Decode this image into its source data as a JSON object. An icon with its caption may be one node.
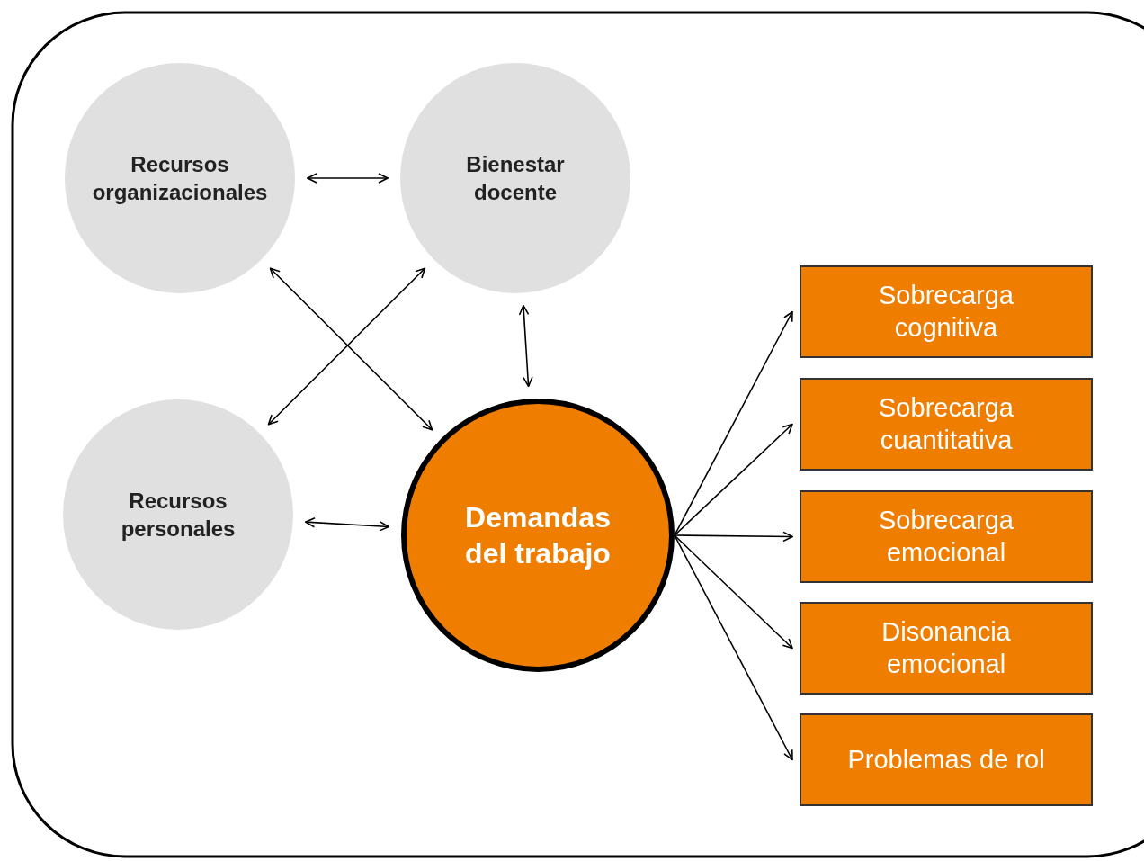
{
  "diagram": {
    "nodes": [
      {
        "text": [
          "Recursos organizacionales"
        ]
      },
      {
        "text": [
          "Bienestar docente"
        ]
      },
      {
        "text": [
          "Recursos personales"
        ]
      },
      {
        "text": [
          "Demandas del trabajo"
        ]
      },
      {
        "text": [
          "Sobrecarga cognitiva"
        ]
      },
      {
        "text": [
          "Sobrecarga cuantitativa"
        ]
      },
      {
        "text": [
          "Sobrecarga emocional"
        ]
      },
      {
        "text": [
          "Disonancia emocional"
        ]
      },
      {
        "text": [
          "Problemas de rol"
        ]
      }
    ],
    "edges": [
      {
        "from": 0,
        "to": 1,
        "arrow": "both"
      },
      {
        "from": 0,
        "to": 3,
        "arrow": "both"
      },
      {
        "from": 2,
        "to": 1,
        "arrow": "both"
      },
      {
        "from": 1,
        "to": 3,
        "arrow": "both"
      },
      {
        "from": 2,
        "to": 3,
        "arrow": "both"
      },
      {
        "from": 3,
        "to": 4,
        "arrow": "to"
      },
      {
        "from": 3,
        "to": 5,
        "arrow": "to"
      },
      {
        "from": 3,
        "to": 6,
        "arrow": "to"
      },
      {
        "from": 3,
        "to": 7,
        "arrow": "to"
      },
      {
        "from": 3,
        "to": 8,
        "arrow": "to"
      }
    ]
  }
}
